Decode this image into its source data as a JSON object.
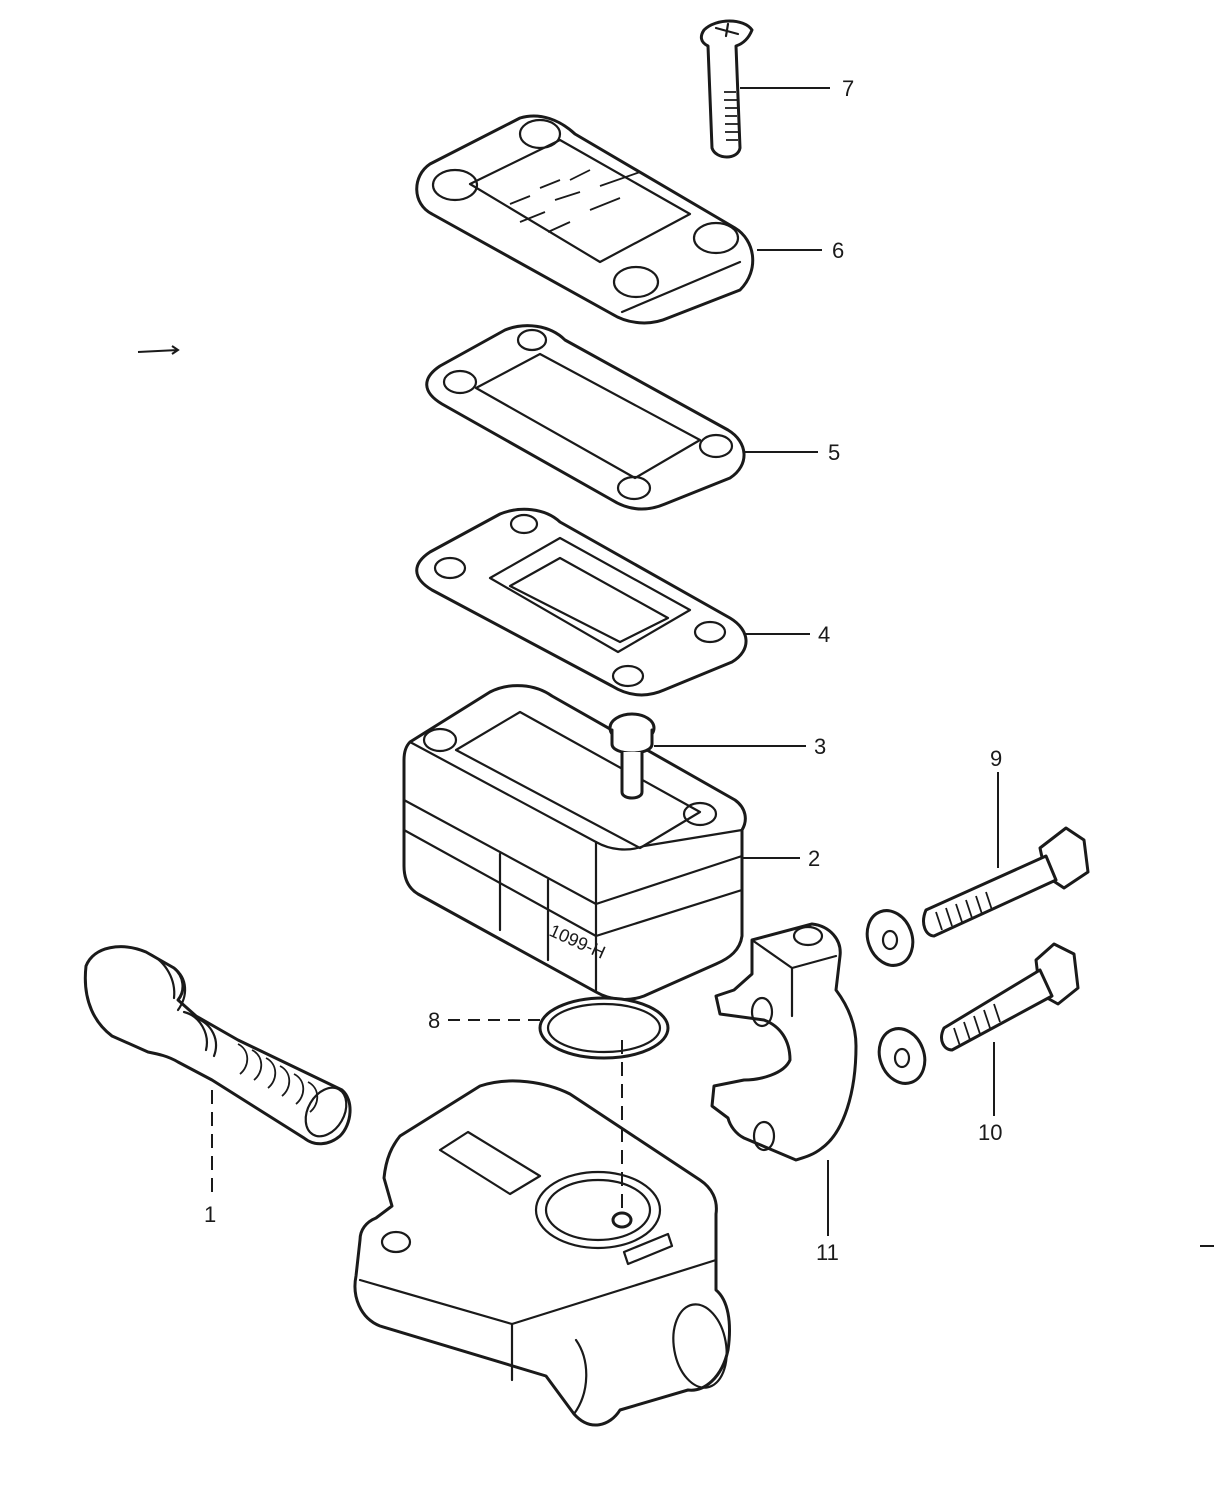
{
  "callouts": [
    {
      "id": "1",
      "label": "1"
    },
    {
      "id": "2",
      "label": "2"
    },
    {
      "id": "3",
      "label": "3"
    },
    {
      "id": "4",
      "label": "4"
    },
    {
      "id": "5",
      "label": "5"
    },
    {
      "id": "6",
      "label": "6"
    },
    {
      "id": "7",
      "label": "7"
    },
    {
      "id": "8",
      "label": "8"
    },
    {
      "id": "9",
      "label": "9"
    },
    {
      "id": "10",
      "label": "10"
    },
    {
      "id": "11",
      "label": "11"
    }
  ],
  "cylinder_marking": "1099-H"
}
